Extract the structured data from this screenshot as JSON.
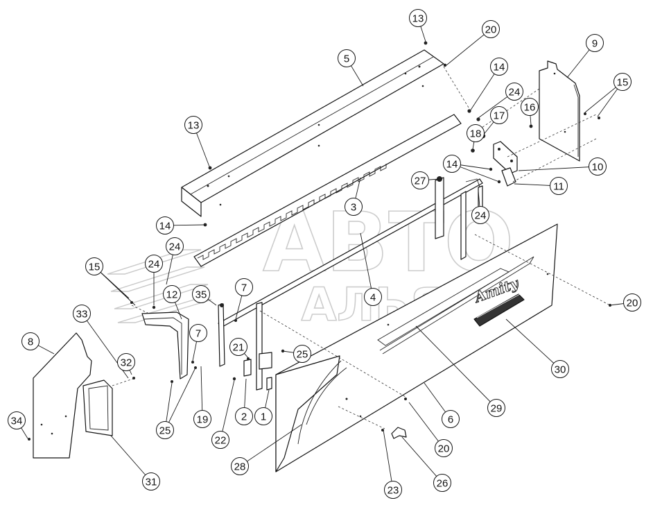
{
  "watermark": {
    "line1": "АВТО",
    "line2": "АЛЬЯНС"
  },
  "panel_logo": "Amity",
  "colors": {
    "line": "#111111",
    "background": "#ffffff",
    "watermark": "#9a9a9a"
  },
  "callouts": [
    {
      "id": "c13a",
      "label": "13"
    },
    {
      "id": "c20a",
      "label": "20"
    },
    {
      "id": "c5",
      "label": "5"
    },
    {
      "id": "c9",
      "label": "9"
    },
    {
      "id": "c14a",
      "label": "14"
    },
    {
      "id": "c24a",
      "label": "24"
    },
    {
      "id": "c15a",
      "label": "15"
    },
    {
      "id": "c16",
      "label": "16"
    },
    {
      "id": "c17",
      "label": "17"
    },
    {
      "id": "c18",
      "label": "18"
    },
    {
      "id": "c13b",
      "label": "13"
    },
    {
      "id": "c10",
      "label": "10"
    },
    {
      "id": "c14b",
      "label": "14"
    },
    {
      "id": "c27",
      "label": "27"
    },
    {
      "id": "c11",
      "label": "11"
    },
    {
      "id": "c3",
      "label": "3"
    },
    {
      "id": "c24b",
      "label": "24"
    },
    {
      "id": "c14c",
      "label": "14"
    },
    {
      "id": "c24c",
      "label": "24"
    },
    {
      "id": "c24d",
      "label": "24"
    },
    {
      "id": "c15b",
      "label": "15"
    },
    {
      "id": "c12",
      "label": "12"
    },
    {
      "id": "c35",
      "label": "35"
    },
    {
      "id": "c7a",
      "label": "7"
    },
    {
      "id": "c4",
      "label": "4"
    },
    {
      "id": "c20b",
      "label": "20"
    },
    {
      "id": "c33",
      "label": "33"
    },
    {
      "id": "c8",
      "label": "8"
    },
    {
      "id": "c7b",
      "label": "7"
    },
    {
      "id": "c21",
      "label": "21"
    },
    {
      "id": "c25a",
      "label": "25"
    },
    {
      "id": "c30",
      "label": "30"
    },
    {
      "id": "c32",
      "label": "32"
    },
    {
      "id": "c2",
      "label": "2"
    },
    {
      "id": "c1",
      "label": "1"
    },
    {
      "id": "c29",
      "label": "29"
    },
    {
      "id": "c34",
      "label": "34"
    },
    {
      "id": "c25b",
      "label": "25"
    },
    {
      "id": "c19",
      "label": "19"
    },
    {
      "id": "c22",
      "label": "22"
    },
    {
      "id": "c6",
      "label": "6"
    },
    {
      "id": "c20c",
      "label": "20"
    },
    {
      "id": "c28",
      "label": "28"
    },
    {
      "id": "c26",
      "label": "26"
    },
    {
      "id": "c31",
      "label": "31"
    },
    {
      "id": "c23",
      "label": "23"
    }
  ]
}
